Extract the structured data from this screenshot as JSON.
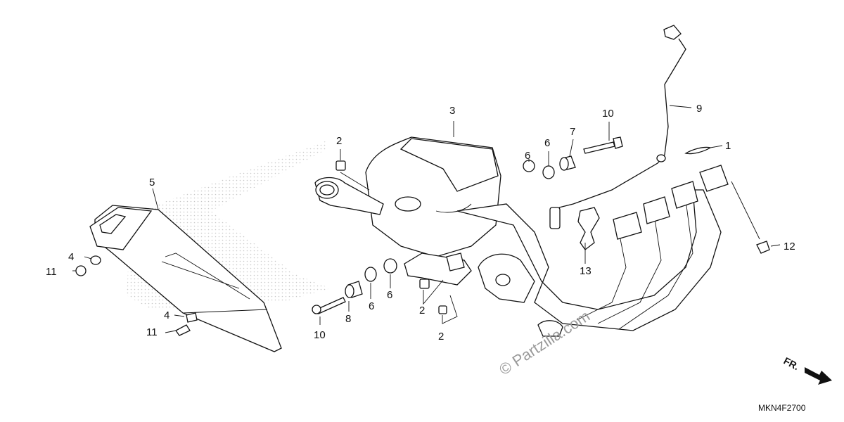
{
  "diagram": {
    "drawing_code": "MKN4F2700",
    "watermark": "© Partzilla.com",
    "direction_label": "FR.",
    "callouts": [
      {
        "id": "c1",
        "label": "1"
      },
      {
        "id": "c2a",
        "label": "2"
      },
      {
        "id": "c2b",
        "label": "2"
      },
      {
        "id": "c2c",
        "label": "2"
      },
      {
        "id": "c3",
        "label": "3"
      },
      {
        "id": "c4a",
        "label": "4"
      },
      {
        "id": "c4b",
        "label": "4"
      },
      {
        "id": "c5",
        "label": "5"
      },
      {
        "id": "c6a",
        "label": "6"
      },
      {
        "id": "c6b",
        "label": "6"
      },
      {
        "id": "c6c",
        "label": "6"
      },
      {
        "id": "c6d",
        "label": "6"
      },
      {
        "id": "c7",
        "label": "7"
      },
      {
        "id": "c8",
        "label": "8"
      },
      {
        "id": "c9",
        "label": "9"
      },
      {
        "id": "c10a",
        "label": "10"
      },
      {
        "id": "c10b",
        "label": "10"
      },
      {
        "id": "c11a",
        "label": "11"
      },
      {
        "id": "c11b",
        "label": "11"
      },
      {
        "id": "c12",
        "label": "12"
      },
      {
        "id": "c13",
        "label": "13"
      }
    ]
  }
}
